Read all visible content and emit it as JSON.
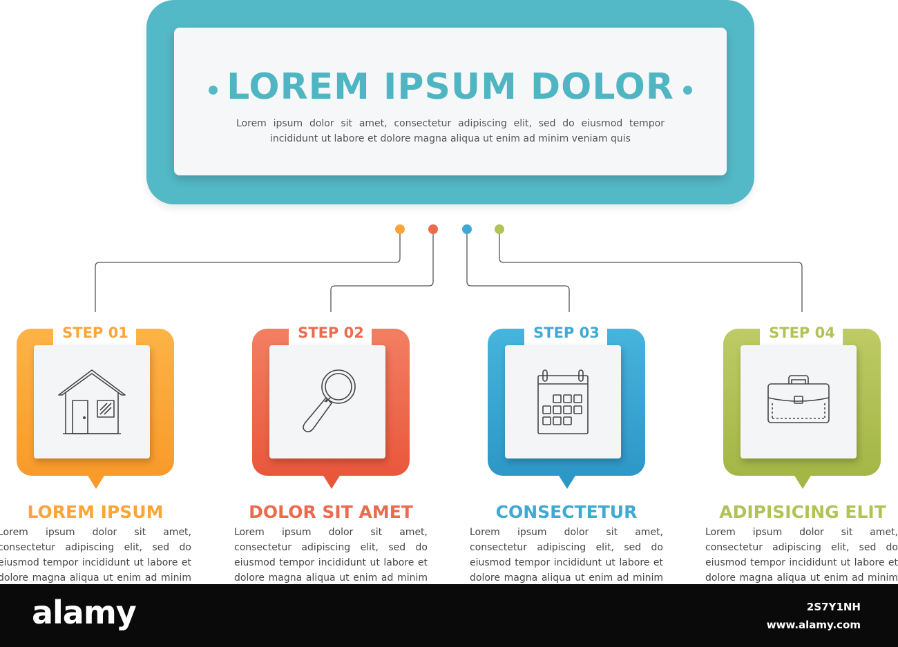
{
  "header": {
    "title": "LOREM IPSUM DOLOR",
    "text_line1": "Lorem ipsum dolor sit amet, consectetur adipiscing elit, sed do eiusmod tempor",
    "text_line2": "incididunt ut labore et dolore magna aliqua ut enim ad minim veniam quis",
    "frame_color": "#54B9C6",
    "title_color": "#4FB5C2"
  },
  "steps": [
    {
      "label": "STEP 01",
      "heading": "LOREM IPSUM",
      "text": "Lorem ipsum dolor sit amet, consectetur adipiscing elit, sed do eiusmod tempor incididunt ut labore et dolore magna aliqua ut enim ad minim veniam quis",
      "icon": "house-icon",
      "color": "#F9A53A"
    },
    {
      "label": "STEP 02",
      "heading": "DOLOR SIT AMET",
      "text": "Lorem ipsum dolor sit amet, consectetur adipiscing elit, sed do eiusmod tempor incididunt ut labore et dolore magna aliqua ut enim ad minim veniam quis",
      "icon": "magnifier-icon",
      "color": "#EC6A4E"
    },
    {
      "label": "STEP 03",
      "heading": "CONSECTETUR",
      "text": "Lorem ipsum dolor sit amet, consectetur adipiscing elit, sed do eiusmod tempor incididunt ut labore et dolore magna aliqua ut enim ad minim veniam quis",
      "icon": "calendar-icon",
      "color": "#3FA9D4"
    },
    {
      "label": "STEP 04",
      "heading": "ADIPISICING ELIT",
      "text": "Lorem ipsum dolor sit amet, consectetur adipiscing elit, sed do eiusmod tempor incididunt ut labore et dolore magna aliqua ut enim ad minim veniam quis",
      "icon": "briefcase-icon",
      "color": "#B2C257"
    }
  ],
  "footer": {
    "logo": "alamy",
    "image_id": "2S7Y1NH",
    "url": "www.alamy.com"
  }
}
